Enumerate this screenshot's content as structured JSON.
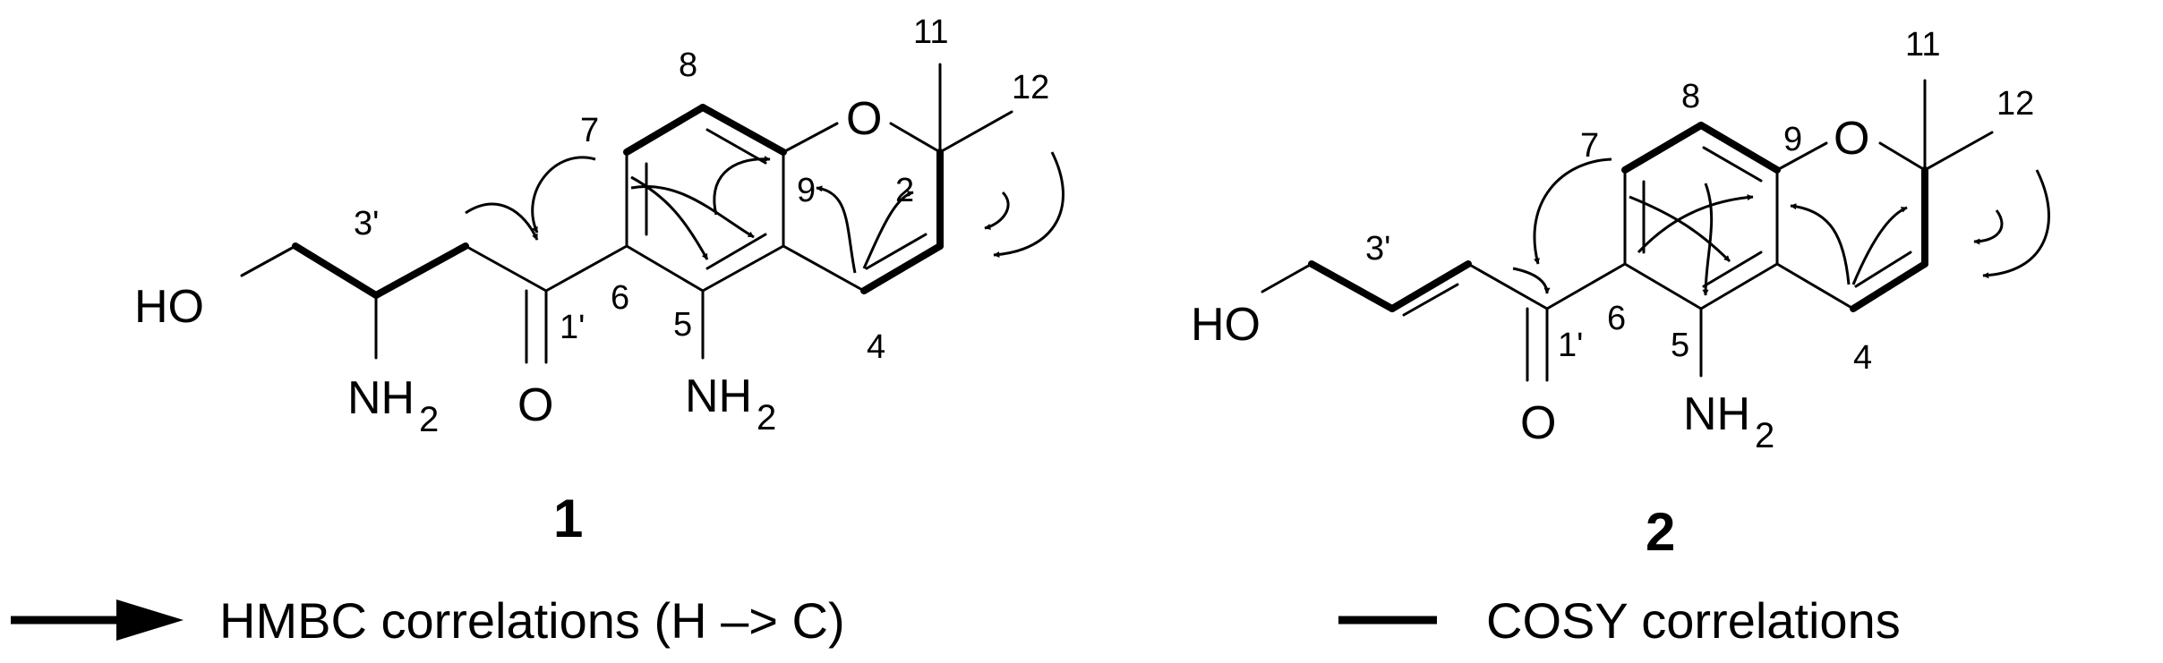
{
  "compound1": {
    "id": "1",
    "atoms": {
      "HO": "HO",
      "O_ring": "O",
      "O_keto": "O",
      "NH2_side": "NH",
      "NH2_ring": "NH",
      "sub2": "2"
    },
    "numbers": {
      "n8": "8",
      "n7": "7",
      "n11": "11",
      "n12": "12",
      "n9": "9",
      "n2": "2",
      "n3p": "3'",
      "n6": "6",
      "n1p": "1'",
      "n5": "5",
      "n4": "4"
    }
  },
  "compound2": {
    "id": "2",
    "atoms": {
      "HO": "HO",
      "O_ring": "O",
      "O_keto": "O",
      "NH2_ring": "NH",
      "sub2": "2"
    },
    "numbers": {
      "n8": "8",
      "n7": "7",
      "n11": "11",
      "n12": "12",
      "n9": "9",
      "n3p": "3'",
      "n6": "6",
      "n1p": "1'",
      "n5": "5",
      "n4": "4"
    }
  },
  "legend": {
    "hmbc": "HMBC correlations (H –> C)",
    "cosy": "COSY correlations"
  }
}
